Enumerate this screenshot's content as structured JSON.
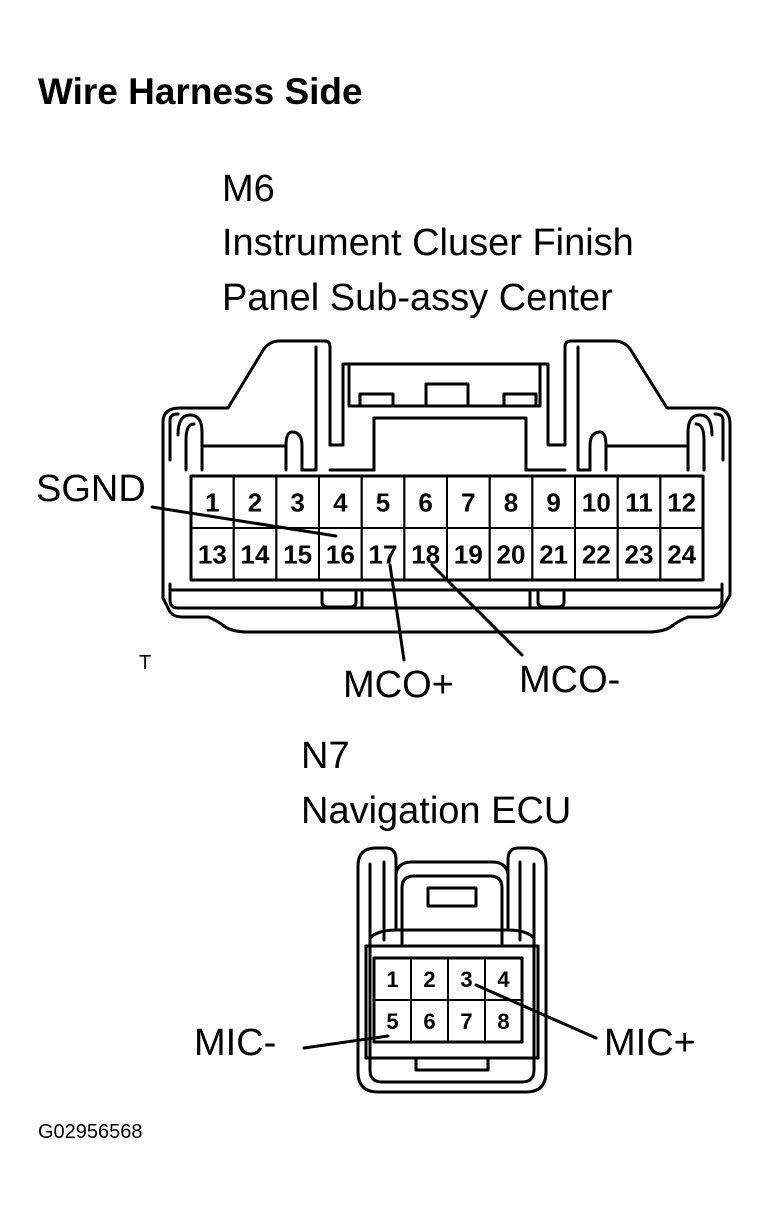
{
  "heading": "Wire Harness Side",
  "m6": {
    "code": "M6",
    "name_line1": "Instrument Cluser Finish",
    "name_line2": "Panel Sub-assy Center",
    "pins_row1": [
      "1",
      "2",
      "3",
      "4",
      "5",
      "6",
      "7",
      "8",
      "9",
      "10",
      "11",
      "12"
    ],
    "pins_row2": [
      "13",
      "14",
      "15",
      "16",
      "17",
      "18",
      "19",
      "20",
      "21",
      "22",
      "23",
      "24"
    ],
    "callouts": {
      "sgnd": "SGND",
      "mco_plus": "MCO+",
      "mco_minus": "MCO-"
    },
    "mark": "T"
  },
  "n7": {
    "code": "N7",
    "name": "Navigation ECU",
    "pins_row1": [
      "1",
      "2",
      "3",
      "4"
    ],
    "pins_row2": [
      "5",
      "6",
      "7",
      "8"
    ],
    "callouts": {
      "mic_minus": "MIC-",
      "mic_plus": "MIC+"
    }
  },
  "figure_id": "G02956568"
}
